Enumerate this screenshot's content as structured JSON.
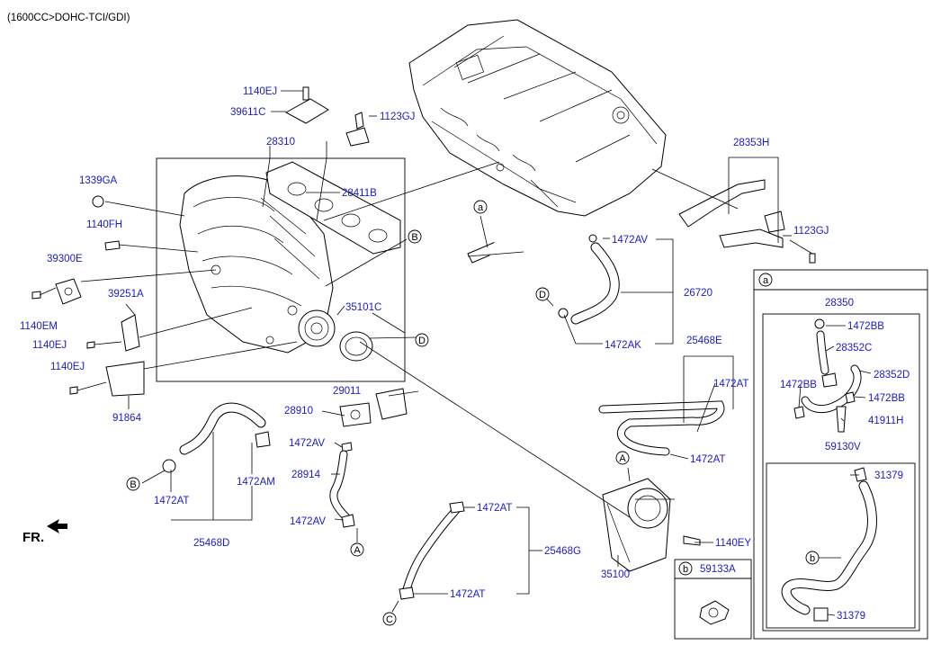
{
  "header": {
    "spec": "(1600CC>DOHC-TCI/GDI)"
  },
  "fr_label": "FR.",
  "parts": {
    "p1140EJ_top": "1140EJ",
    "p39611C": "39611C",
    "p1123GJ_top": "1123GJ",
    "p28310": "28310",
    "p1339GA": "1339GA",
    "p28411B": "28411B",
    "p1140FH": "1140FH",
    "p39300E": "39300E",
    "p1140EM": "1140EM",
    "p39251A": "39251A",
    "p1140EJ_mid": "1140EJ",
    "p1140EJ_low": "1140EJ",
    "p91864": "91864",
    "p35101C": "35101C",
    "p28353H": "28353H",
    "p1123GJ_right": "1123GJ",
    "p1472AV_top": "1472AV",
    "p26720": "26720",
    "p1472AK": "1472AK",
    "p25468E": "25468E",
    "p1472AT_e1": "1472AT",
    "p1472AT_e2": "1472AT",
    "p29011": "29011",
    "p28910": "28910",
    "p1472AV_mid": "1472AV",
    "p28914": "28914",
    "p1472AV_low": "1472AV",
    "p1472AT_d": "1472AT",
    "p1472AM": "1472AM",
    "p25468D": "25468D",
    "p1472AT_g1": "1472AT",
    "p25468G": "25468G",
    "p1472AT_g2": "1472AT",
    "p35100": "35100",
    "p1140EY": "1140EY",
    "p28350": "28350",
    "p1472BB_1": "1472BB",
    "p28352C": "28352C",
    "p28352D": "28352D",
    "p1472BB_2": "1472BB",
    "p1472BB_3": "1472BB",
    "p41911H": "41911H",
    "p59130V": "59130V",
    "p31379_1": "31379",
    "p31379_2": "31379",
    "p59133A": "59133A"
  },
  "callouts": {
    "a_top": "a",
    "b_top": "B",
    "d_right": "D",
    "d_mid": "D",
    "b_left": "B",
    "a_low": "A",
    "a_bottom": "A",
    "c_bottom": "C",
    "box_a": "a",
    "box_b": "b",
    "inner_b": "b"
  }
}
